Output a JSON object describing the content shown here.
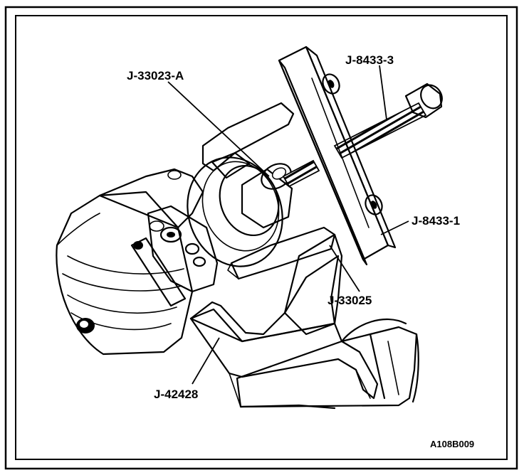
{
  "figure": {
    "labels": {
      "j33023a": "J-33023-A",
      "j84333": "J-8433-3",
      "j84331": "J-8433-1",
      "j33025": "J-33025",
      "j42428": "J-42428"
    },
    "figure_code": "A108B009"
  }
}
